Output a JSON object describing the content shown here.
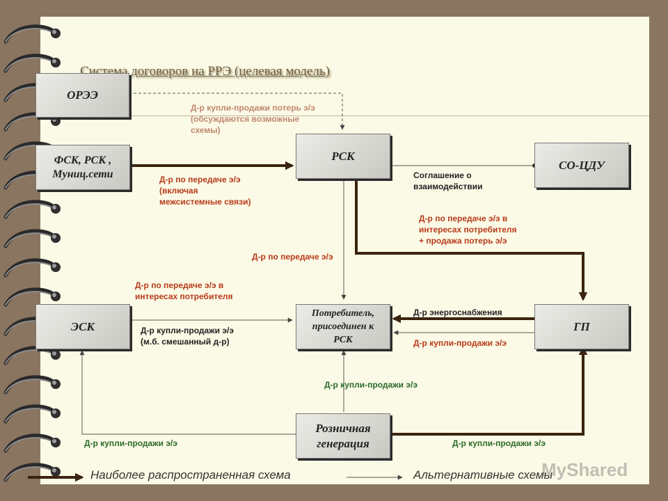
{
  "title": "Система договоров на РРЭ (целевая модель)",
  "boxes": {
    "orae": "ОРЭЭ",
    "fsk": "ФСК, РСК ,\nМуниц.сети",
    "rsk": "РСК",
    "so": "СО-ЦДУ",
    "esk": "ЭСК",
    "consumer": "Потребитель,\nприсоединен к\nРСК",
    "gp": "ГП",
    "retail": "Розничная\nгенерация"
  },
  "labels": {
    "losses_contract": "Д-р купли-продажи потерь э/э\n(обсуждаются возможные\nсхемы)",
    "transfer_intersystem": "Д-р по передаче э/э\n(включая\nмежсистемные связи)",
    "agreement": "Соглашение о\nвзаимодействии",
    "transfer_losses": "Д-р по передаче э/э в\nинтересах потребителя\n+ продажа потерь э/э",
    "transfer": "Д-р по  передаче э/э",
    "transfer_consumer": "Д-р по передаче э/э в\nинтересах потребителя",
    "esk_sale": "Д-р купли-продажи э/э\n(м.б. смешанный д-р)",
    "supply": "Д-р энергоснабжения",
    "gp_sale": "Д-р купли-продажи э/э",
    "retail_consumer": "Д-р купли-продажи э/э",
    "retail_esk": "Д-р купли-продажи э/э",
    "retail_gp": "Д-р купли-продажи э/э"
  },
  "legend": {
    "common": "Наиболее распространенная схема",
    "alternative": "Альтернативные схемы"
  },
  "watermark": "MyShared",
  "colors": {
    "thick_line": "#3a2410",
    "thin_line": "#555555",
    "red_text": "#b83a1a",
    "green_text": "#2b6b2b",
    "paper": "#fbfae6",
    "frame": "#8a7560"
  }
}
